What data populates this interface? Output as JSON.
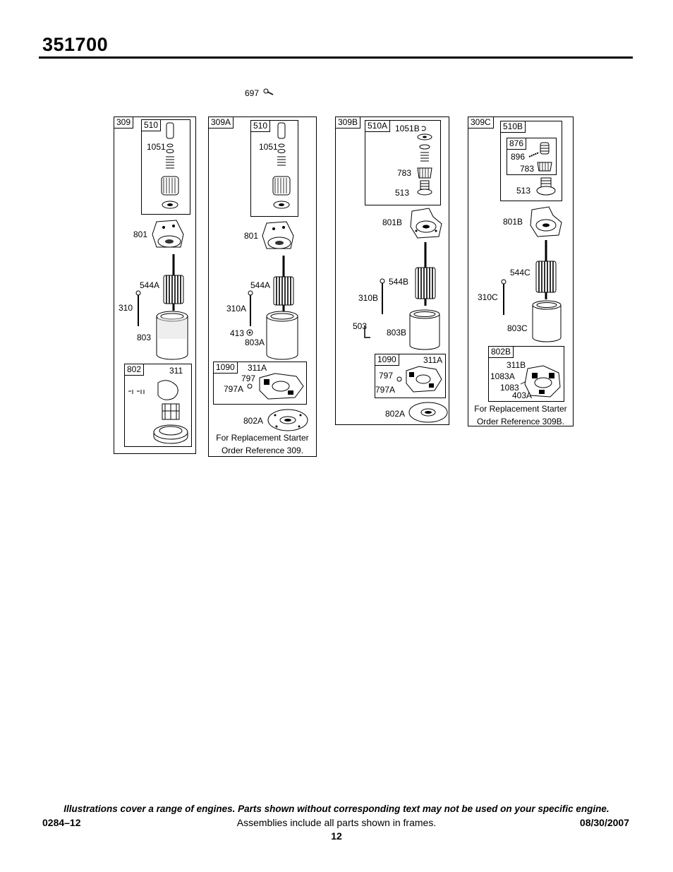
{
  "header": {
    "title": "351700"
  },
  "loose_parts": {
    "p697": "697"
  },
  "col309": {
    "frame": "309",
    "sub510": "510",
    "p1051": "1051",
    "p801": "801",
    "p544A": "544A",
    "p310": "310",
    "p803": "803",
    "sub802": "802",
    "p311": "311"
  },
  "col309A": {
    "frame": "309A",
    "sub510": "510",
    "p1051": "1051",
    "p801": "801",
    "p544A": "544A",
    "p310A": "310A",
    "p413": "413",
    "p803A": "803A",
    "sub1090": "1090",
    "p311A": "311A",
    "p797": "797",
    "p797A": "797A",
    "p802A": "802A",
    "note1": "For Replacement Starter",
    "note2": "Order Reference 309."
  },
  "col309B": {
    "frame": "309B",
    "sub510A": "510A",
    "p1051B": "1051B",
    "p783": "783",
    "p513": "513",
    "p801B": "801B",
    "p544B": "544B",
    "p310B": "310B",
    "p503": "503",
    "p803B": "803B",
    "sub1090": "1090",
    "p311A": "311A",
    "p797": "797",
    "p797A": "797A",
    "p802A": "802A"
  },
  "col309C": {
    "frame": "309C",
    "sub510B": "510B",
    "sub876": "876",
    "p896": "896",
    "p783": "783",
    "p513": "513",
    "p801B": "801B",
    "p544C": "544C",
    "p310C": "310C",
    "p803C": "803C",
    "sub802B": "802B",
    "p311B": "311B",
    "p1083A": "1083A",
    "p1083": "1083",
    "p403A": "403A",
    "note1": "For Replacement Starter",
    "note2": "Order Reference 309B."
  },
  "footer": {
    "disclaimer": "Illustrations cover a range of engines. Parts shown without corresponding text may not be used on your specific engine.",
    "code": "0284–12",
    "assemblies": "Assemblies include all parts shown in frames.",
    "date": "08/30/2007",
    "page": "12"
  }
}
